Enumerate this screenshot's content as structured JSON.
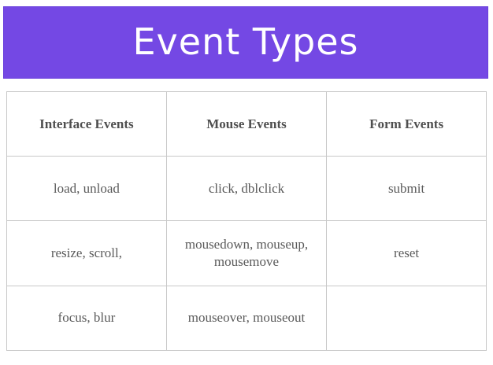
{
  "slide": {
    "title": "Event Types"
  },
  "table": {
    "headers": [
      "Interface Events",
      "Mouse Events",
      "Form Events"
    ],
    "rows": [
      [
        "load, unload",
        "click, dblclick",
        "submit"
      ],
      [
        "resize, scroll,",
        "mousedown, mouseup, mousemove",
        "reset"
      ],
      [
        "focus, blur",
        "mouseover, mouseout",
        ""
      ]
    ]
  },
  "colors": {
    "title_background": "#7448e4",
    "title_text": "#ffffff",
    "grid_lines": "#c9c9c9",
    "cell_text": "#5a5a5a"
  }
}
